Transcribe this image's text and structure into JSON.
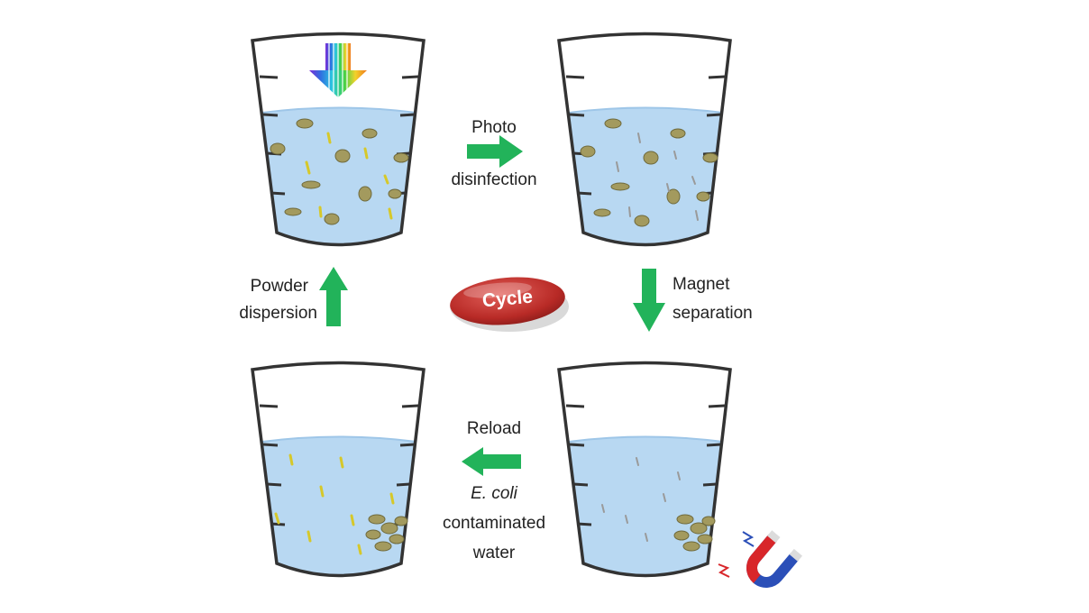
{
  "labels": {
    "photo": "Photo",
    "disinfection": "disinfection",
    "magnet": "Magnet",
    "separation": "separation",
    "reload": "Reload",
    "ecoli": "E. coli",
    "contaminated": "contaminated",
    "water": "water",
    "powder": "Powder",
    "dispersion": "dispersion",
    "cycle": "Cycle"
  },
  "colors": {
    "arrow": "#22b35a",
    "water": "#b8d8f2",
    "beaker_outline": "#333333",
    "particle": "#a39a5e",
    "rod": "#d6c82a",
    "cycle_button": "#c0332f",
    "magnet_red": "#d8262a",
    "magnet_blue": "#2b4fb8"
  },
  "icons": [
    "light-rainbow-arrow-icon",
    "magnet-icon",
    "lightning-icon"
  ]
}
